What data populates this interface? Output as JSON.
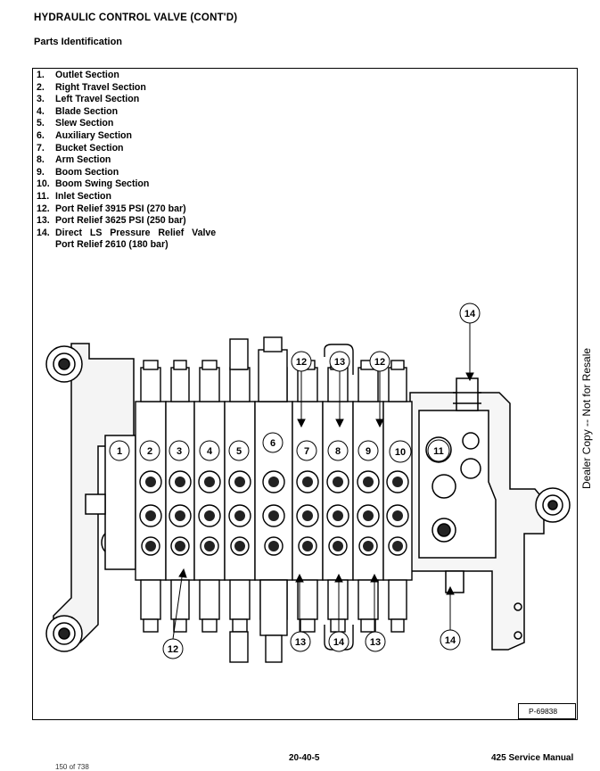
{
  "header": {
    "title": "HYDRAULIC CONTROL VALVE (CONT'D)"
  },
  "subtitle": "Parts Identification",
  "parts": [
    {
      "num": "1.",
      "label": "Outlet Section"
    },
    {
      "num": "2.",
      "label": "Right Travel Section"
    },
    {
      "num": "3.",
      "label": "Left Travel Section"
    },
    {
      "num": "4.",
      "label": "Blade Section"
    },
    {
      "num": "5.",
      "label": "Slew Section"
    },
    {
      "num": "6.",
      "label": "Auxiliary Section"
    },
    {
      "num": "7.",
      "label": "Bucket Section"
    },
    {
      "num": "8.",
      "label": "Arm Section"
    },
    {
      "num": "9.",
      "label": "Boom Section"
    },
    {
      "num": "10.",
      "label": "Boom Swing Section"
    },
    {
      "num": "11.",
      "label": "Inlet Section"
    },
    {
      "num": "12.",
      "label": "Port Relief 3915 PSI (270 bar)"
    },
    {
      "num": "13.",
      "label": "Port Relief 3625 PSI (250 bar)"
    },
    {
      "num": "14.",
      "label": "Direct   LS   Pressure   Relief   Valve",
      "cont": "Port Relief 2610 (180 bar)"
    }
  ],
  "diagram": {
    "section_callouts": [
      "1",
      "2",
      "3",
      "4",
      "5",
      "6",
      "7",
      "8",
      "9",
      "10",
      "11"
    ],
    "top_callouts": [
      "12",
      "13",
      "12",
      "14"
    ],
    "bottom_callouts": [
      "12",
      "13",
      "14",
      "13",
      "14"
    ]
  },
  "side_note": "Dealer Copy -- Not for Resale",
  "figure_id": "P-69838",
  "footer": {
    "page": "20-40-5",
    "manual": "425 Service Manual",
    "page_count": "150 of 738"
  }
}
